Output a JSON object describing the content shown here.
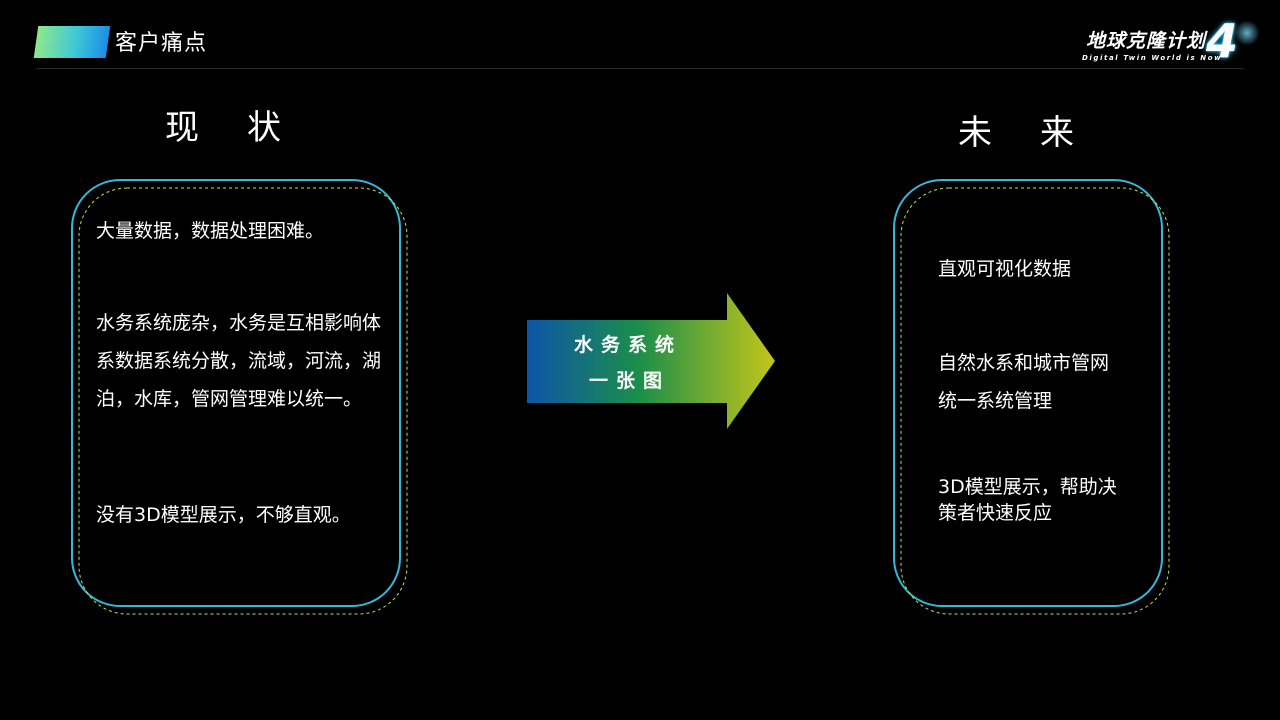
{
  "header": {
    "title": "客户痛点"
  },
  "logo": {
    "main": "地球克隆计划",
    "number": "4",
    "subtitle": "Digital Twin World is Now"
  },
  "left": {
    "title": "现状",
    "items": [
      "大量数据，数据处理困难。",
      "水务系统庞杂，水务是互相影响体系数据系统分散，流域，河流，湖泊，水库，管网管理难以统一。",
      "没有3D模型展示，不够直观。"
    ]
  },
  "arrow": {
    "line1": "水务系统",
    "line2": "一张图"
  },
  "right": {
    "title": "未来",
    "items": [
      "直观可视化数据",
      "自然水系和城市管网统一系统管理",
      "3D模型展示，帮助决策者快速反应"
    ]
  }
}
